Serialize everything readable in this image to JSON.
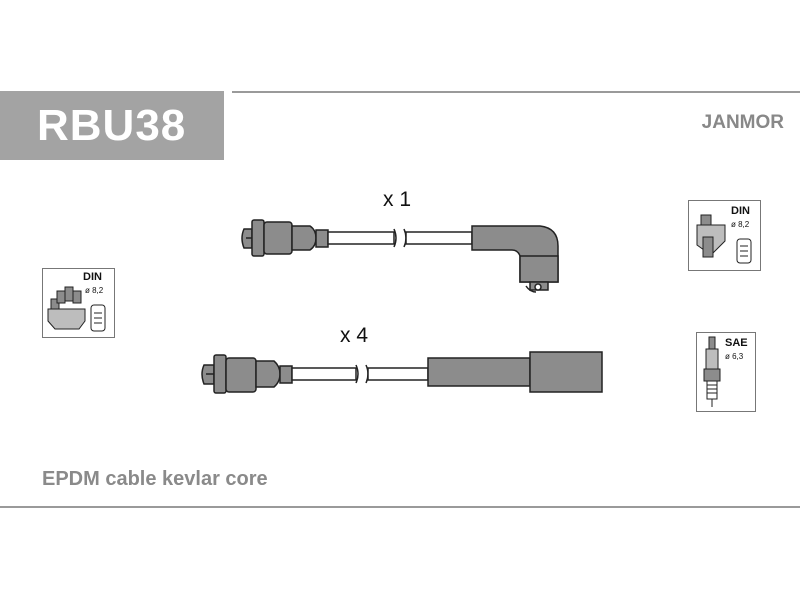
{
  "header": {
    "product_code": "RBU38",
    "brand": "JANMOR"
  },
  "cables": [
    {
      "quantity_label": "x 1"
    },
    {
      "quantity_label": "x 4"
    }
  ],
  "distributor_icon_left": {
    "standard": "DIN",
    "diameter": "ø 8,2"
  },
  "distributor_icon_right": {
    "standard": "DIN",
    "diameter": "ø 8,2"
  },
  "spark_plug_icon": {
    "standard": "SAE",
    "diameter": "ø 6,3"
  },
  "footer": {
    "description": "EPDM cable kevlar core"
  },
  "colors": {
    "header_fill": "#a3a3a3",
    "cable_fill": "#8c8c8c",
    "rule": "#9a9a9a"
  }
}
